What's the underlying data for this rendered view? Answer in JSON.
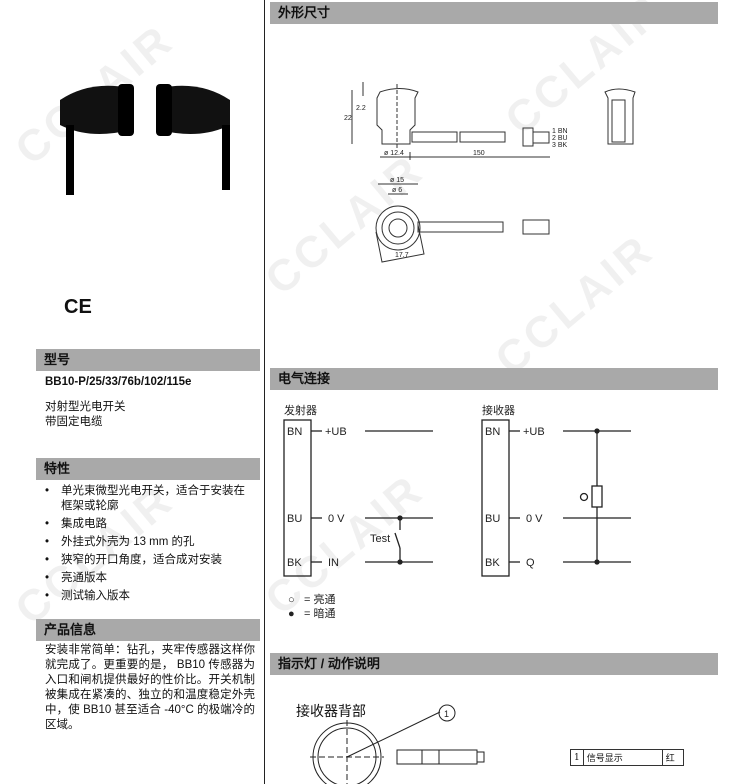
{
  "watermark": "CCLAIR",
  "left": {
    "ce_mark": "CE",
    "model": {
      "heading": "型号",
      "code": "BB10-P/25/33/76b/102/115e",
      "desc": [
        "对射型光电开关",
        "带固定电缆"
      ]
    },
    "features": {
      "heading": "特性",
      "items": [
        "单光束微型光电开关，适合于安装在框架或轮廓",
        "集成电路",
        "外挂式外壳为 13 mm 的孔",
        "狭窄的开口角度，适合成对安装",
        "亮通版本",
        "测试输入版本"
      ]
    },
    "info": {
      "heading": "产品信息",
      "text": "安装非常简单：钻孔，夹牢传感器这样你就完成了。更重要的是， BB10 传感器为入口和闸机提供最好的性价比。开关机制被集成在紧凑的、独立的和温度稳定外壳中，使 BB10 甚至适合 -40°C 的极端冷的区域。"
    }
  },
  "dimensions": {
    "heading": "外形尺寸",
    "labels": {
      "h22": "22",
      "h2": "2.2",
      "d124": "ø 12.4",
      "l150": "150",
      "d15": "ø 15",
      "d6": "ø 6",
      "w177": "17.7"
    },
    "pins": [
      "1  BN",
      "2  BU",
      "3  BK"
    ]
  },
  "wiring": {
    "heading": "电气连接",
    "emitter": {
      "title": "发射器",
      "pins": [
        "BN",
        "BU",
        "BK"
      ],
      "signals": [
        "+UB",
        "0 V",
        "IN"
      ],
      "switch": "Test"
    },
    "receiver": {
      "title": "接收器",
      "pins": [
        "BN",
        "BU",
        "BK"
      ],
      "signals": [
        "+UB",
        "0 V",
        "Q"
      ]
    },
    "legend": [
      {
        "symbol": "○",
        "text": "= 亮通"
      },
      {
        "symbol": "●",
        "text": "= 暗通"
      }
    ]
  },
  "indicator": {
    "heading": "指示灯 / 动作说明",
    "caption": "接收器背部",
    "callout": "1",
    "table": [
      {
        "no": "1",
        "name": "信号显示",
        "color": "红"
      }
    ]
  }
}
